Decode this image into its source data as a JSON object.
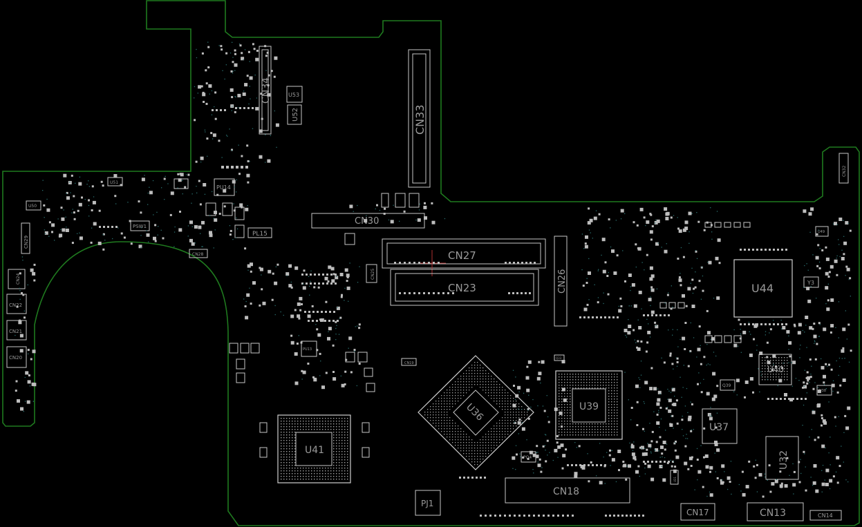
{
  "board": {
    "outline_color": "#1f7a1f",
    "part_color": "#c8c8c8",
    "label_color": "#9a9a9a",
    "background": "#000000"
  },
  "labels": {
    "cn34": "CN34",
    "cn33": "CN33",
    "u53": "U53",
    "u52": "U52",
    "cn30": "CN30",
    "cn27": "CN27",
    "cn23": "CN23",
    "cn26": "CN26",
    "cn25": "CN25",
    "pu14": "PU14",
    "u51": "U51",
    "u50": "U50",
    "psw1": "PSW1",
    "pl15": "PL15",
    "cn28": "CN28",
    "cn29": "CN29",
    "cn24": "CN24",
    "cn22": "CN22",
    "cn21": "CN21",
    "cn20": "CN20",
    "pu13": "PU13",
    "cn19": "CN19",
    "u36": "U36",
    "u39": "U39",
    "u41": "U41",
    "u44": "U44",
    "u49": "U49",
    "y3": "Y3",
    "u40": "U40",
    "u38": "U38",
    "q39": "Q39",
    "u37": "U37",
    "u32": "U32",
    "pq4": "PQ4",
    "cn18": "CN18",
    "pj1": "PJ1",
    "cn17": "CN17",
    "cn13": "CN13",
    "cn14": "CN14",
    "cn32": "CN32",
    "u31": "U31",
    "q33": "Q33"
  }
}
